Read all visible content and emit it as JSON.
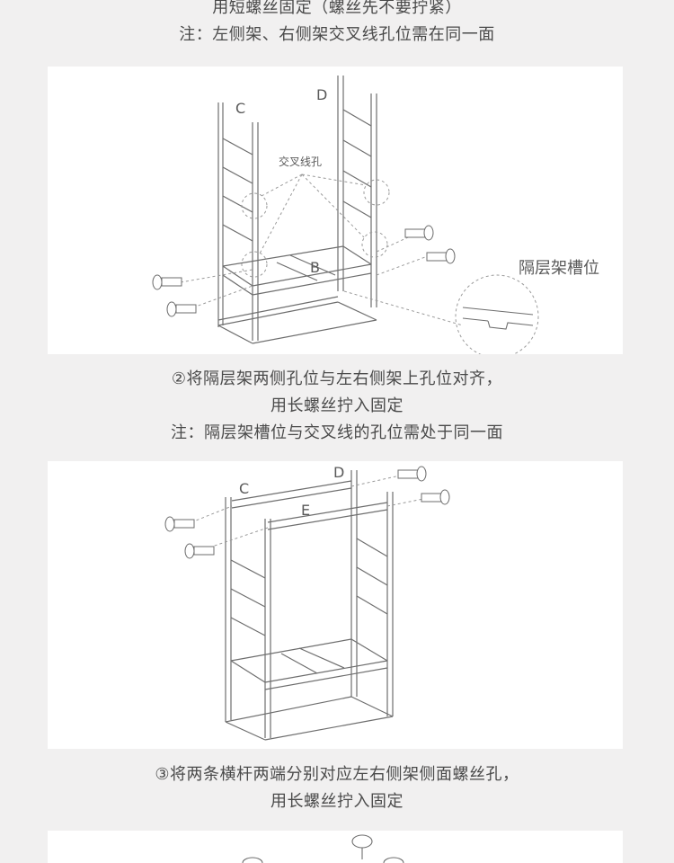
{
  "step1": {
    "line1": "用短螺丝固定（螺丝先不要拧紧）",
    "line2": "注：左侧架、右侧架交叉线孔位需在同一面"
  },
  "figure1": {
    "label_c": "C",
    "label_d": "D",
    "label_b": "B",
    "cross_holes": "交叉线孔",
    "slot_label": "隔层架槽位"
  },
  "step2": {
    "line1": "②将隔层架两侧孔位与左右侧架上孔位对齐，",
    "line2": "用长螺丝拧入固定",
    "line3": "注：隔层架槽位与交叉线的孔位需处于同一面"
  },
  "figure2": {
    "label_c": "C",
    "label_d": "D",
    "label_e": "E"
  },
  "step3": {
    "line1": "③将两条横杆两端分别对应左右侧架侧面螺丝孔，",
    "line2": "用长螺丝拧入固定"
  }
}
